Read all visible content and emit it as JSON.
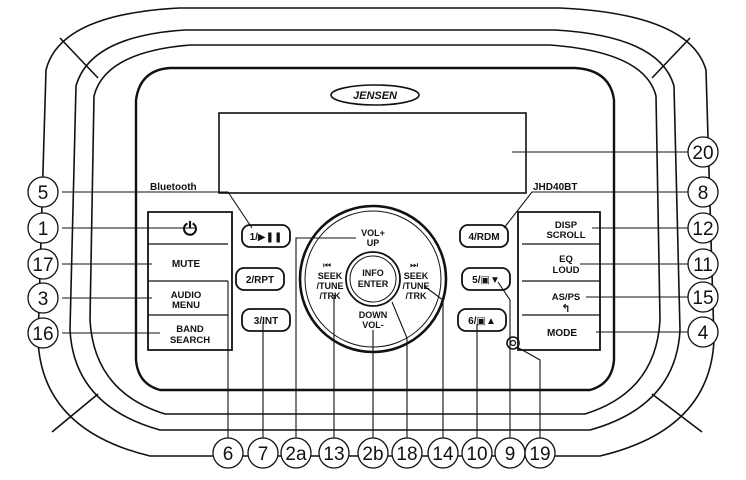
{
  "brand": "JENSEN",
  "model": "JHD40BT",
  "bluetooth": "Bluetooth",
  "buttons": {
    "power_symbol": "⏻",
    "mute": "MUTE",
    "audio_menu_1": "AUDIO",
    "audio_menu_2": "MENU",
    "band_search_1": "BAND",
    "band_search_2": "SEARCH",
    "preset1": "1/▶❚❚",
    "preset2": "2/RPT",
    "preset3": "3/INT",
    "preset4": "4/RDM",
    "preset5": "5/▣▼",
    "preset6": "6/▣▲",
    "disp_scroll_1": "DISP",
    "disp_scroll_2": "SCROLL",
    "eq_loud_1": "EQ",
    "eq_loud_2": "LOUD",
    "as_ps": "AS/PS",
    "back_symbol": "↰",
    "mode": "MODE"
  },
  "jog": {
    "vol_up_1": "VOL+",
    "vol_up_2": "UP",
    "down_vol_1": "DOWN",
    "down_vol_2": "VOL-",
    "info_enter_1": "INFO",
    "info_enter_2": "ENTER",
    "seek_left_icon": "⏮",
    "seek_left_1": "SEEK",
    "seek_left_2": "/TUNE",
    "seek_left_3": "/TRK",
    "seek_right_icon": "⏭",
    "seek_right_1": "SEEK",
    "seek_right_2": "/TUNE",
    "seek_right_3": "/TRK"
  },
  "callouts": {
    "c1": "1",
    "c2a": "2a",
    "c2b": "2b",
    "c3": "3",
    "c4": "4",
    "c5": "5",
    "c6": "6",
    "c7": "7",
    "c8": "8",
    "c9": "9",
    "c10": "10",
    "c11": "11",
    "c12": "12",
    "c13": "13",
    "c14": "14",
    "c15": "15",
    "c16": "16",
    "c17": "17",
    "c18": "18",
    "c19": "19",
    "c20": "20"
  },
  "colors": {
    "ink": "#111111",
    "background": "#ffffff",
    "button_fill": "#ffffff"
  }
}
